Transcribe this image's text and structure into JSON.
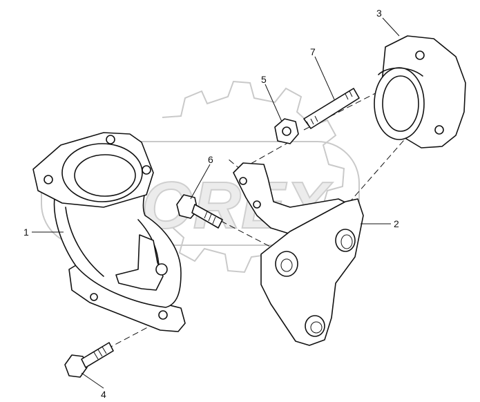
{
  "diagram": {
    "callouts": [
      {
        "id": "callout-1",
        "label": "1"
      },
      {
        "id": "callout-2",
        "label": "2"
      },
      {
        "id": "callout-3",
        "label": "3"
      },
      {
        "id": "callout-4",
        "label": "4"
      },
      {
        "id": "callout-5",
        "label": "5"
      },
      {
        "id": "callout-6",
        "label": "6"
      },
      {
        "id": "callout-7",
        "label": "7"
      }
    ],
    "watermark": "OREX"
  }
}
